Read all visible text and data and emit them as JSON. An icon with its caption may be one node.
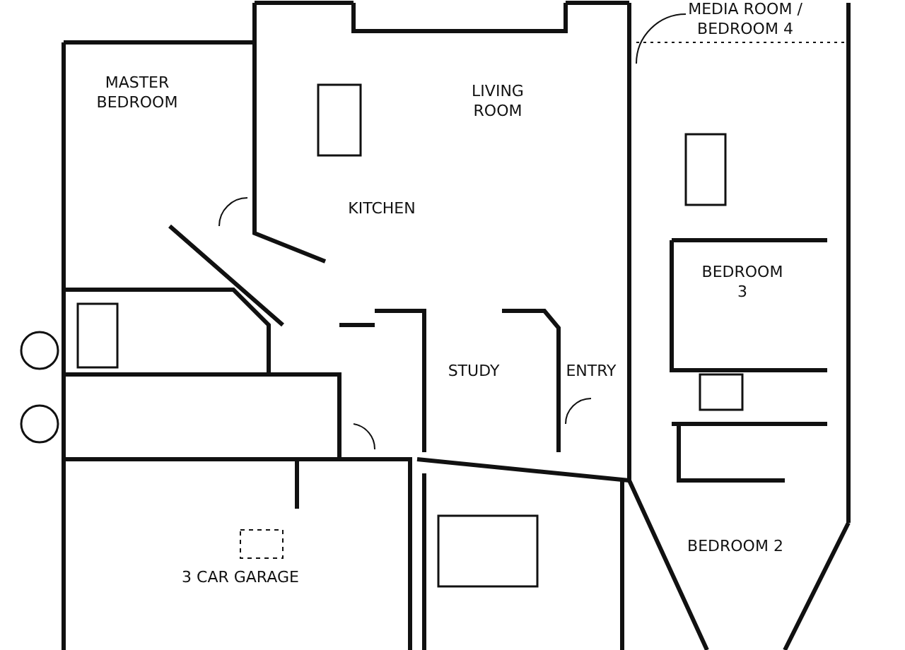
{
  "diagram": {
    "labels": [
      "MEDIA ROOM / BEDROOM 4",
      "MASTER BEDROOM",
      "LIVING ROOM",
      "KITCHEN",
      "BEDROOM 3",
      "STUDY",
      "ENTRY",
      "3 CAR GARAGE",
      "BEDROOM 2"
    ]
  }
}
